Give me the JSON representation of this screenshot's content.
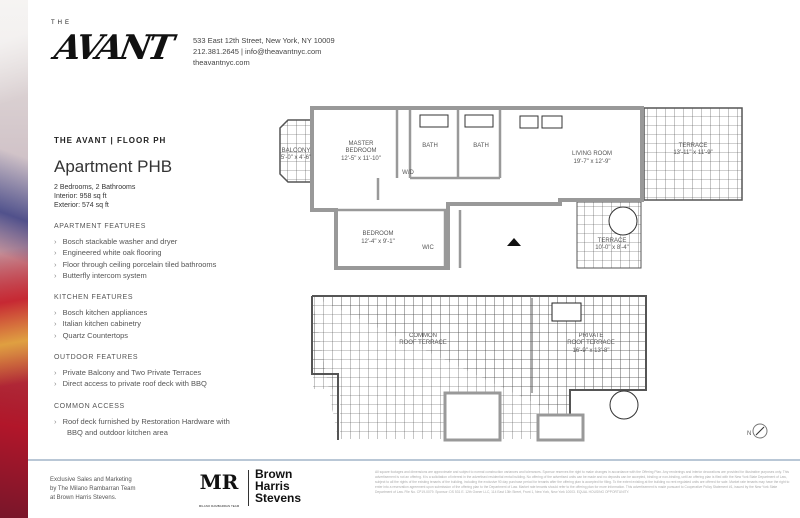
{
  "header": {
    "logo_small": "THE",
    "logo": "AVANT",
    "address": "533 East 12th Street, New York, NY 10009",
    "phone_email": "212.381.2645 | info@theavantnyc.com",
    "website": "theavantnyc.com"
  },
  "unit": {
    "subtitle": "THE AVANT | FLOOR PH",
    "title": "Apartment PHB",
    "bedrooms": "2 Bedrooms, 2 Bathrooms",
    "interior": "Interior: 958 sq ft",
    "exterior": "Exterior: 574 sq ft"
  },
  "sections": [
    {
      "title": "APARTMENT FEATURES",
      "items": [
        "Bosch stackable washer and dryer",
        "Engineered white oak flooring",
        "Floor through ceiling porcelain tiled bathrooms",
        "Butterfly intercom system"
      ]
    },
    {
      "title": "KITCHEN FEATURES",
      "items": [
        "Bosch kitchen appliances",
        "Italian kitchen cabinetry",
        "Quartz Countertops"
      ]
    },
    {
      "title": "OUTDOOR FEATURES",
      "items": [
        "Private Balcony and Two Private Terraces",
        "Direct access to private roof deck with BBQ"
      ]
    },
    {
      "title": "COMMON ACCESS",
      "items": [
        "Roof deck furnished by Restoration Hardware with",
        "BBQ and outdoor kitchen area"
      ]
    }
  ],
  "plan": {
    "balcony": "BALCONY",
    "balcony_dim": "5'-0\" x 4'-6\"",
    "master": "MASTER",
    "master2": "BEDROOM",
    "master_dim": "12'-5\" x 11'-10\"",
    "bath1": "BATH",
    "bath2": "BATH",
    "wd": "W/D",
    "living": "LIVING ROOM",
    "living_dim": "19'-7\" x 12'-9\"",
    "terrace1": "TERRACE",
    "terrace1_dim": "13'-11\" x 11'-9\"",
    "terrace2": "TERRACE",
    "terrace2_dim": "10'-0\" x 8'-4\"",
    "bedroom": "BEDROOM",
    "bedroom_dim": "12'-4\" x 9'-1\"",
    "wic": "WIC",
    "common": "COMMON",
    "common2": "ROOF TERRACE",
    "private": "PRIVATE",
    "private2": "ROOF TERRACE",
    "private_dim": "16'-9\" x 13'-8\"",
    "north": "N"
  },
  "footer": {
    "line1": "Exclusive Sales and Marketing",
    "line2": "by The Milano Rambarran Team",
    "line3": "at Brown Harris Stevens.",
    "mr_logo": "MR",
    "mr_caption": "MILANO RAMBARRAN TEAM",
    "bhs1": "Brown",
    "bhs2": "Harris",
    "bhs3": "Stevens",
    "disclaimer": "All square footages and dimensions are approximate and subject to normal construction variances and tolerances. Sponsor reserves the right to make changes in accordance with the Offering Plan. Any renderings and interior decorations are provided for illustrative purposes only. This advertisement is not an offering. It is a solicitation of interest in the advertised residential rental building. No offering of the advertised units can be made and no deposits can be accepted, binding or non-binding, until an offering plan is filed with the New York State Department of Law, subject to all the rights of the existing tenants of the building, including the exclusive 90 day purchase period for tenants after the offering plan is accepted for filing. To the extent existing at the building no rent regulated units are offered for sale. Market rate tenants may have the right to enter into a reservation agreement upon submission of the offering plan to the Department of Law. Market rate tenants should refer to the offering plan for more information. This advertisement is made pursuant to Cooperative Policy Statement #1, issued by the New York State Department of Law. File No. CP19-0079. Sponsor: DS 531 E. 12th Owner LLC, 114 East 13th Street, Front 1, New York, New York 10003. EQUAL HOUSING OPPORTUNITY."
  }
}
